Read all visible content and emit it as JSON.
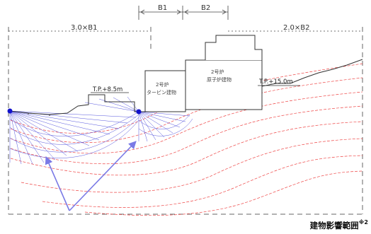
{
  "dimensions": {
    "b1": "B1",
    "b2": "B2",
    "left_multiple": "3.0×B1",
    "right_multiple": "2.0×B2"
  },
  "elevations": {
    "left": "T.P.+8.5m",
    "right": "T.P.+15.0m"
  },
  "buildings": {
    "turbine": [
      "2号炉",
      "タービン建物"
    ],
    "reactor": [
      "2号炉",
      "原子炉建物"
    ]
  },
  "caption": {
    "main": "建物影響範囲",
    "note": "※2"
  },
  "colors": {
    "slip_lines": "#ee4444",
    "fan_lines": "#5555dd",
    "markers": "#1111cc",
    "arrows": "#7a7ae6",
    "ground": "#333333"
  }
}
